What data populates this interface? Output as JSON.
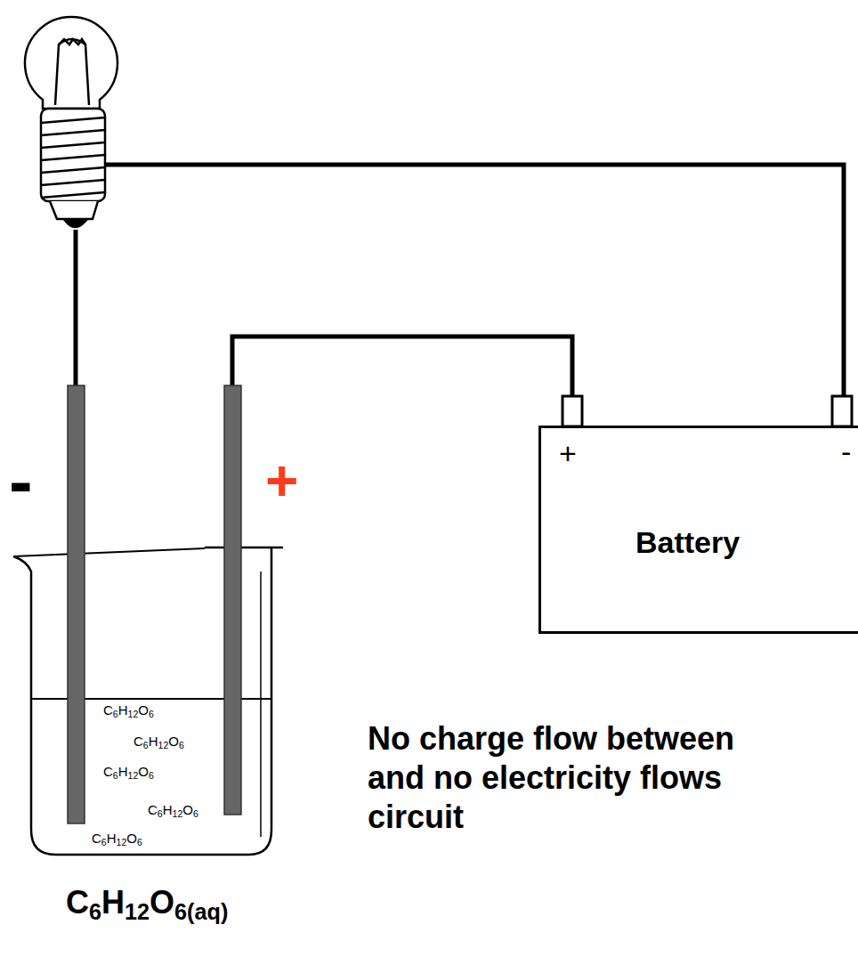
{
  "diagram": {
    "nodes": [
      {
        "text": [
          "C6H12O6",
          "C6H12O6",
          "C6H12O6",
          "C6H12O6",
          "C6H12O6",
          "C6H12O6(aq)"
        ]
      },
      {
        "text": [
          "+",
          "-",
          "Battery"
        ]
      }
    ],
    "labels": [
      "-",
      "+",
      "No charge flow between and no electricity flows circuit"
    ]
  }
}
